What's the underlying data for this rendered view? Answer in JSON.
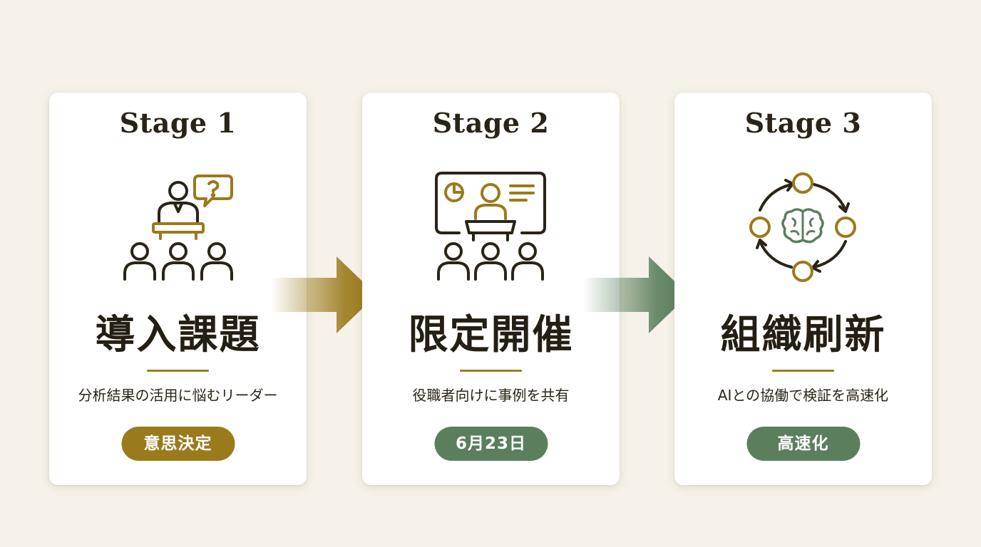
{
  "stages": [
    {
      "label": "Stage 1",
      "title": "導入課題",
      "description": "分析結果の活用に悩むリーダー",
      "badge": "意思決定",
      "badge_color": "#9b7a1c",
      "icon": "presenter-audience-question-icon"
    },
    {
      "label": "Stage 2",
      "title": "限定開催",
      "description": "役職者向けに事例を共有",
      "badge": "6月23日",
      "badge_color": "#5b7f5d",
      "icon": "presentation-screen-audience-icon"
    },
    {
      "label": "Stage 3",
      "title": "組織刷新",
      "description": "AIとの協働で検証を高速化",
      "badge": "高速化",
      "badge_color": "#5b7f5d",
      "icon": "brain-cycle-icon"
    }
  ],
  "colors": {
    "background": "#f6f2e9",
    "ink": "#2a2418",
    "gold": "#9b7a1c",
    "green": "#5b7f5d"
  },
  "arrows": [
    {
      "icon": "arrow-right-icon",
      "color": "#9b7a1c"
    },
    {
      "icon": "arrow-right-icon",
      "color": "#5b7f5d"
    }
  ]
}
